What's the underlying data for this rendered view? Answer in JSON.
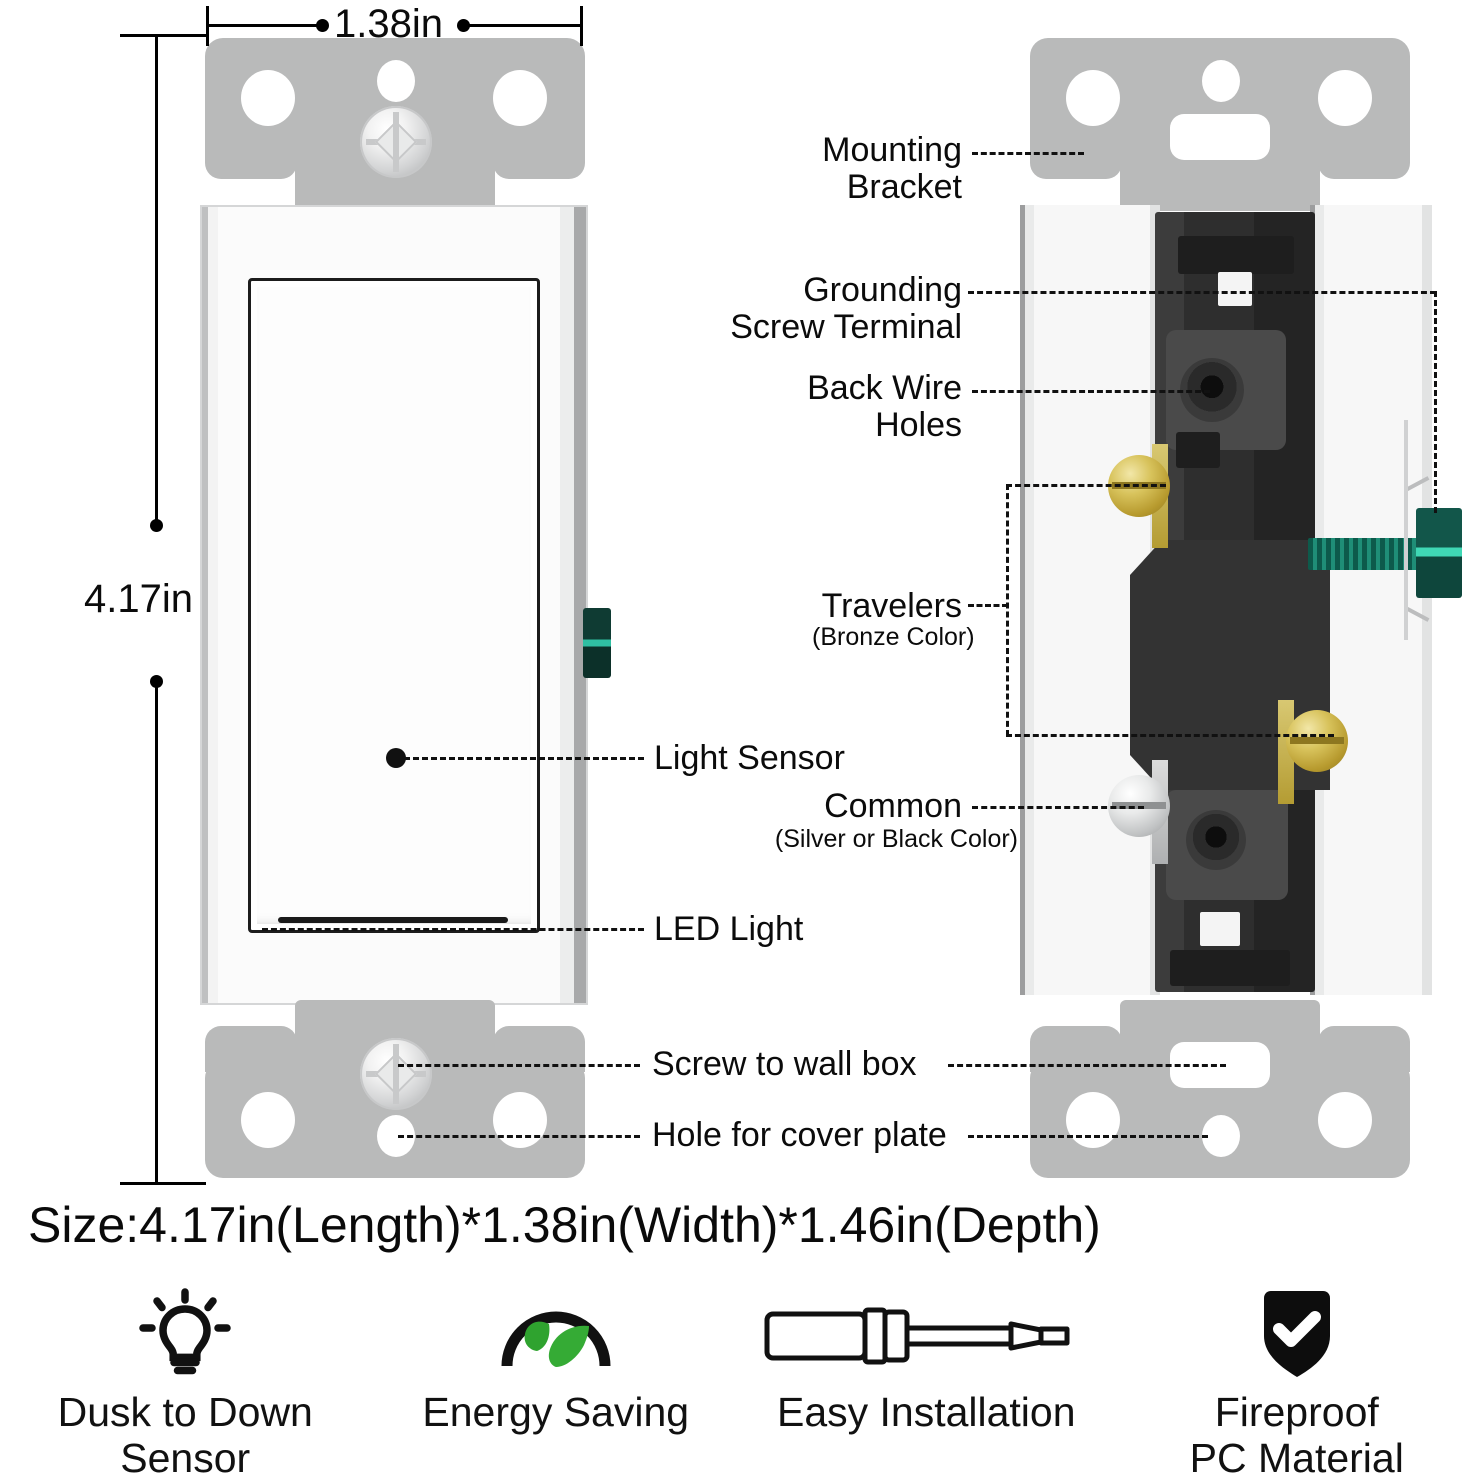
{
  "dimensions": {
    "width_label": "1.38in",
    "height_label": "4.17in"
  },
  "size_caption": "Size:4.17in(Length)*1.38in(Width)*1.46in(Depth)",
  "callouts": {
    "mounting_bracket": "Mounting\nBracket",
    "grounding_screw_terminal": "Grounding\nScrew Terminal",
    "back_wire_holes": "Back Wire\nHoles",
    "travelers": "Travelers",
    "travelers_note": "(Bronze Color)",
    "light_sensor": "Light Sensor",
    "common": "Common",
    "common_note": "(Silver or Black Color)",
    "led_light": "LED Light",
    "screw_to_wall_box": "Screw to wall box",
    "hole_for_cover_plate": "Hole for cover plate"
  },
  "features": [
    {
      "icon": "lightbulb-rays-icon",
      "label": "Dusk to Down\nSensor"
    },
    {
      "icon": "leaves-gauge-icon",
      "label": "Energy Saving"
    },
    {
      "icon": "screwdriver-icon",
      "label": "Easy Installation"
    },
    {
      "icon": "shield-check-icon",
      "label": "Fireproof\nPC Material"
    }
  ],
  "colors": {
    "bracket_gray": "#b9baba",
    "body_dark": "#2e2e2e",
    "brass": "#b79a2e",
    "silver": "#c0c2c3",
    "ground_green": "#1f8e77",
    "leaf_green": "#2fa32f",
    "line_black": "#111111"
  }
}
